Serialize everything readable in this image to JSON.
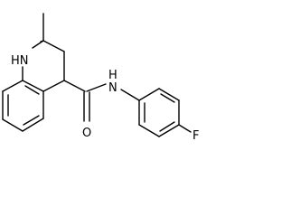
{
  "structure": {
    "atoms": [
      {
        "id": "nh_ring",
        "label": "HN"
      },
      {
        "id": "nh_amide",
        "label": "H"
      },
      {
        "id": "n_amide",
        "label": "N"
      },
      {
        "id": "o_carbonyl",
        "label": "O"
      },
      {
        "id": "f_para",
        "label": "F"
      }
    ],
    "bond_color": "#000000"
  }
}
